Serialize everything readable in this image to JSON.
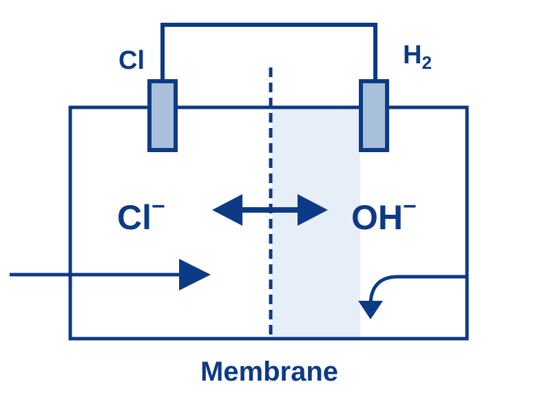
{
  "diagram": {
    "title": "Electrolytic cell with membrane",
    "labels": {
      "left_electrode_product": "Cl",
      "right_electrode_product_main": "H",
      "right_electrode_product_sub": "2",
      "left_ion_main": "Cl",
      "left_ion_charge": "−",
      "right_ion_main": "OH",
      "right_ion_charge": "−",
      "membrane": "Membrane"
    },
    "colors": {
      "stroke": "#0d3a85",
      "electrode_fill": "#a9c0dc",
      "membrane_region_fill": "#e6eef8",
      "background": "#ffffff"
    },
    "arrows": [
      {
        "name": "ion-exchange-arrow",
        "direction": "bidirectional"
      },
      {
        "name": "inlet-arrow",
        "direction": "right"
      },
      {
        "name": "outlet-return-arrow",
        "direction": "down-left"
      }
    ]
  }
}
